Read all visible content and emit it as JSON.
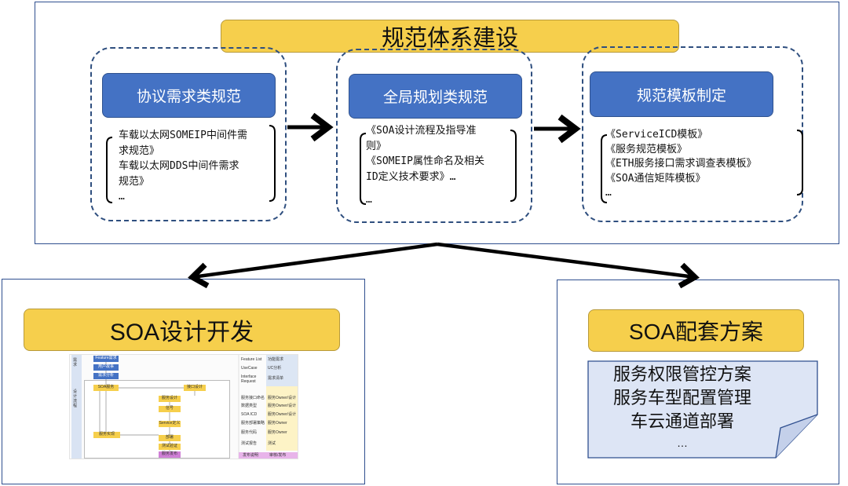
{
  "top": {
    "title": "规范体系建设",
    "columns": [
      {
        "header": "协议需求类规范",
        "lines": [
          "车载以太网SOMEIP中间件需",
          "求规范》",
          "车载以太网DDS中间件需求",
          "规范》",
          "…"
        ]
      },
      {
        "header": "全局规划类规范",
        "lines": [
          "《SOA设计流程及指导准",
          "则》",
          "《SOMEIP属性命名及相关",
          "ID定义技术要求》…",
          "…"
        ]
      },
      {
        "header": "规范模板制定",
        "lines": [
          "《ServiceICD模板》",
          "《服务规范模板》",
          "《ETH服务接口需求调查表模板》",
          "《SOA通信矩阵模板》",
          "…"
        ]
      }
    ]
  },
  "left": {
    "title": "SOA设计开发",
    "thumb_left_labels": [
      "需求",
      "设计流程"
    ],
    "thumb_boxes": [
      "Feature需求",
      "用户故事",
      "需求分析",
      "SOA服务",
      "接口设计",
      "服务设计",
      "信号",
      "Service定义",
      "服务实现",
      "部署",
      "测试验证",
      "服务发布"
    ],
    "thumb_right_rows": [
      [
        "Feature List",
        "功能需求"
      ],
      [
        "UseCase",
        "UC分析"
      ],
      [
        "Interface Request",
        "需求清单"
      ],
      [
        "服务接口命名",
        "服务Owner/设计"
      ],
      [
        "数据类型",
        "服务Owner/设计"
      ],
      [
        "SOA ICD",
        "服务Owner/设计"
      ],
      [
        "服务部署策略",
        "服务Owner"
      ],
      [
        "服务代码",
        "服务Owner"
      ],
      [
        "测试报告",
        "测试"
      ],
      [
        "发布说明",
        "审核/发布"
      ]
    ]
  },
  "right": {
    "title": "SOA配套方案",
    "items": [
      "服务权限管控方案",
      "服务车型配置管理",
      "车云通道部署",
      "…"
    ]
  },
  "colors": {
    "banner": "#f6cf4c",
    "header_blue": "#4472c4",
    "border": "#2f4f8f",
    "doc_bg": "#dde5f5"
  }
}
